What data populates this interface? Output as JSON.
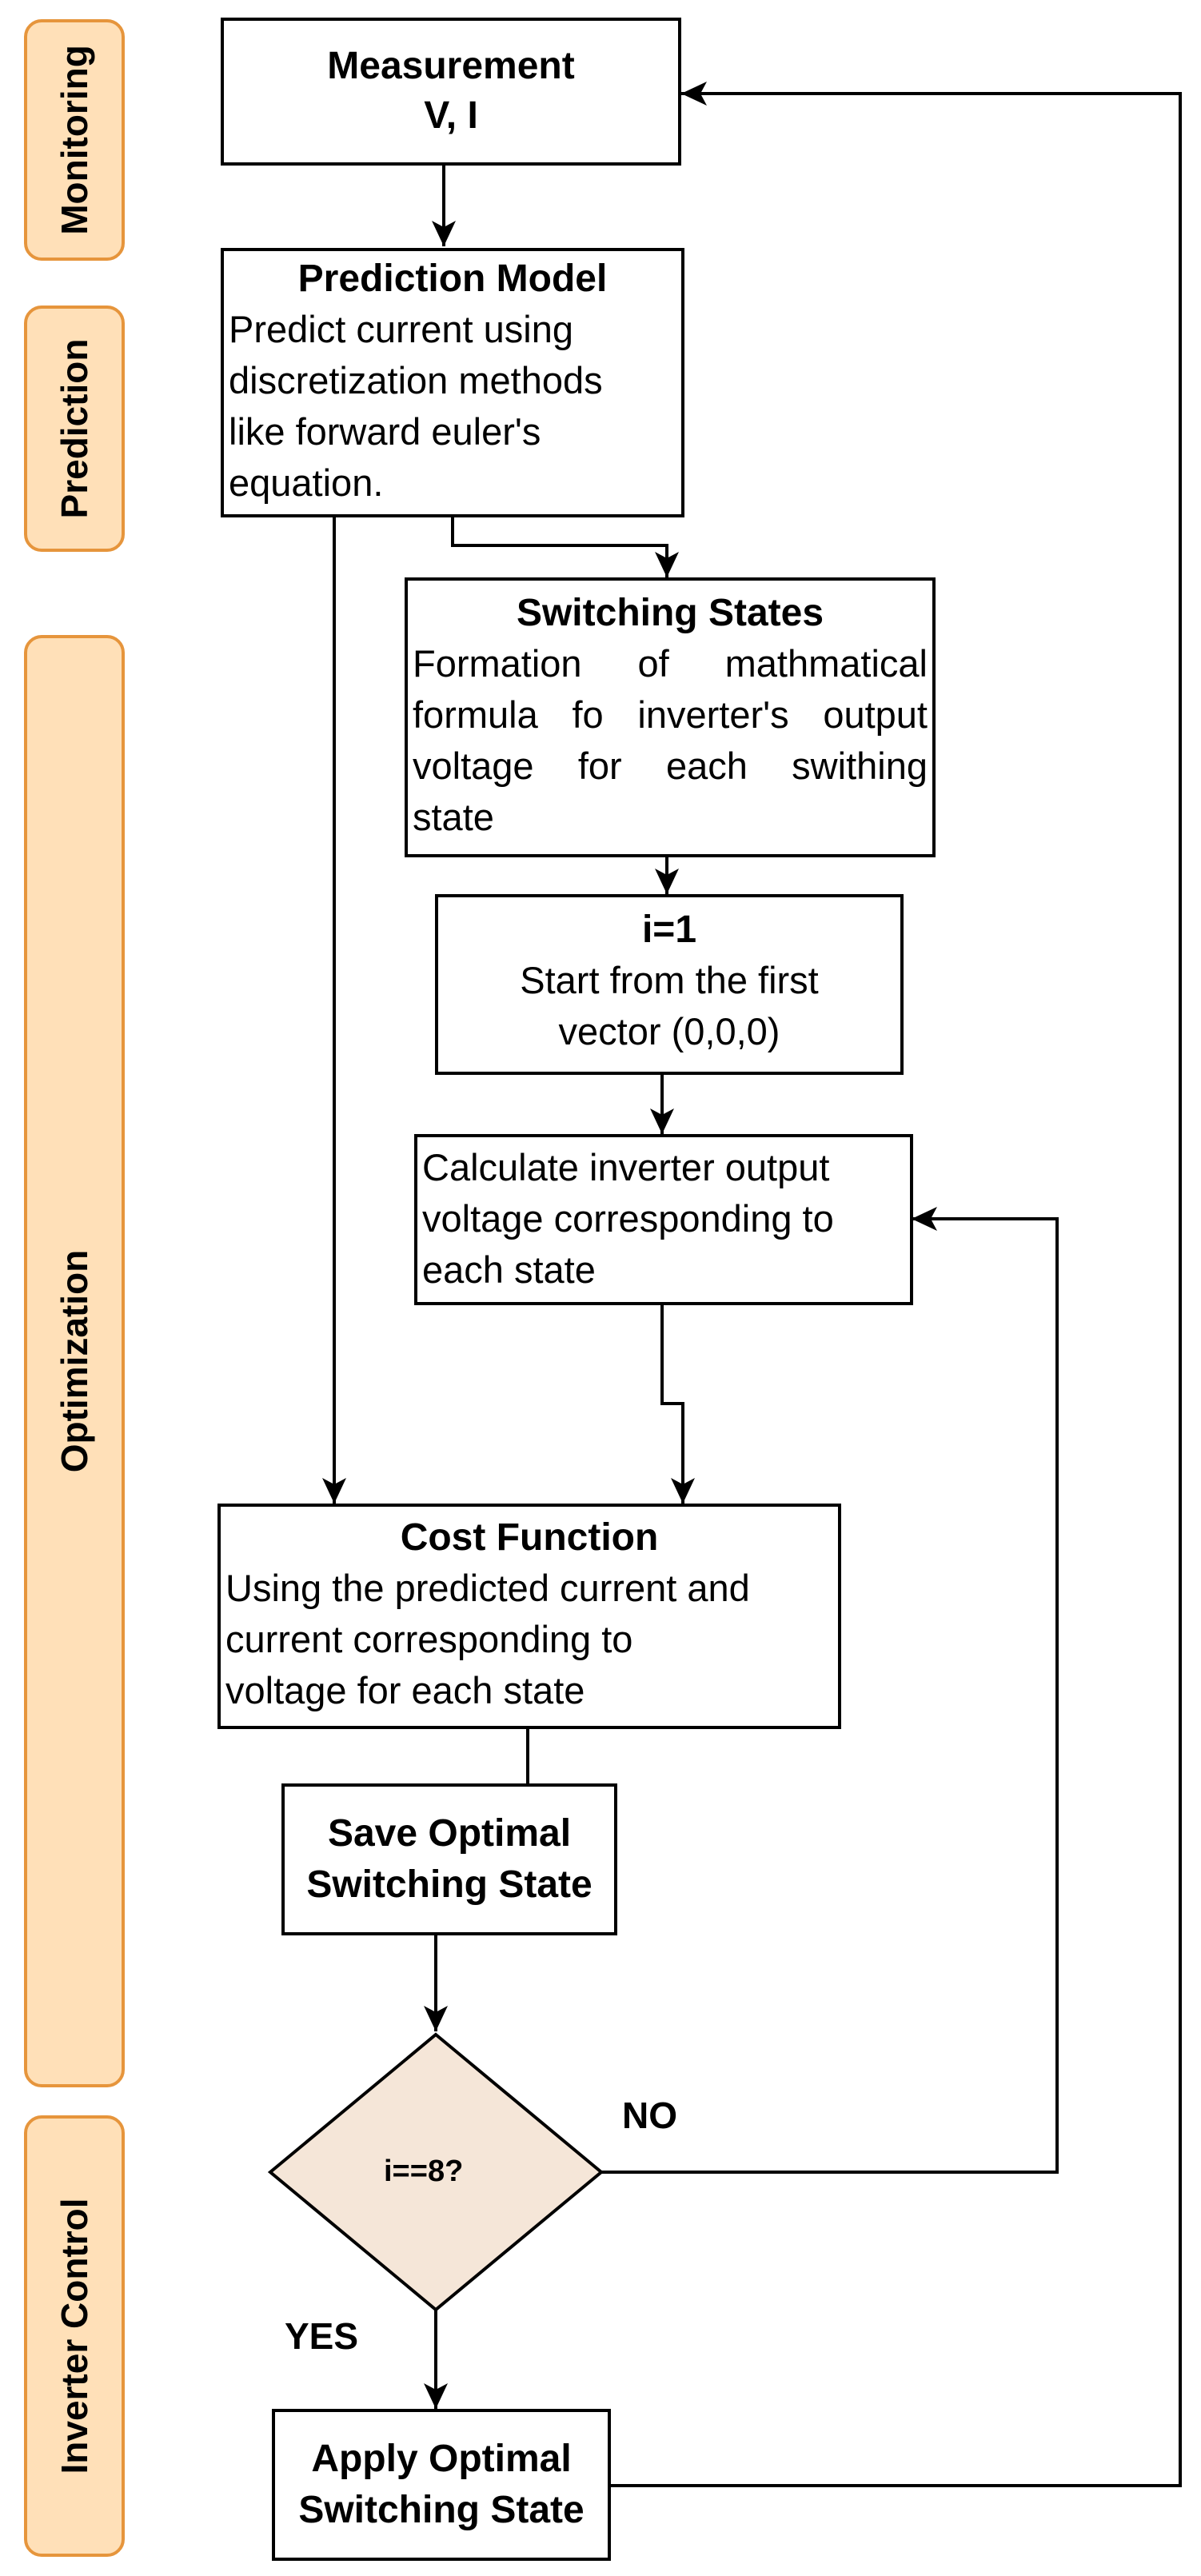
{
  "phases": {
    "monitoring": "Monitoring",
    "prediction": "Prediction",
    "optimization": "Optimization",
    "inverter_control": "Inverter Control"
  },
  "boxes": {
    "measurement": {
      "title": "Measurement",
      "sub": "V, I"
    },
    "prediction_model": {
      "title": "Prediction Model",
      "lines": [
        "Predict current using",
        "discretization methods",
        "like forward euler's",
        "equation."
      ]
    },
    "switching_states": {
      "title": "Switching States",
      "lines": [
        "Formation of mathmatical",
        "formula fo inverter's output",
        "voltage for each swithing",
        "state"
      ]
    },
    "init": {
      "title": "i=1",
      "lines": [
        "Start from the first",
        "vector (0,0,0)"
      ]
    },
    "calculate": {
      "lines": [
        "Calculate inverter output",
        "voltage corresponding to",
        "each state"
      ]
    },
    "cost_function": {
      "title": "Cost Function",
      "lines": [
        "Using the predicted current and",
        "current corresponding to",
        "voltage for each state"
      ]
    },
    "save_optimal": {
      "lines": [
        "Save Optimal",
        "Switching State"
      ]
    },
    "decision": {
      "label": "i==8?"
    },
    "apply_optimal": {
      "lines": [
        "Apply Optimal",
        "Switching State"
      ]
    }
  },
  "branch_labels": {
    "no": "NO",
    "yes": "YES"
  },
  "colors": {
    "phase_fill": "#ffe0b8",
    "phase_border": "#e6953c",
    "diamond_fill": "#f5e6d8",
    "line": "#000000"
  }
}
